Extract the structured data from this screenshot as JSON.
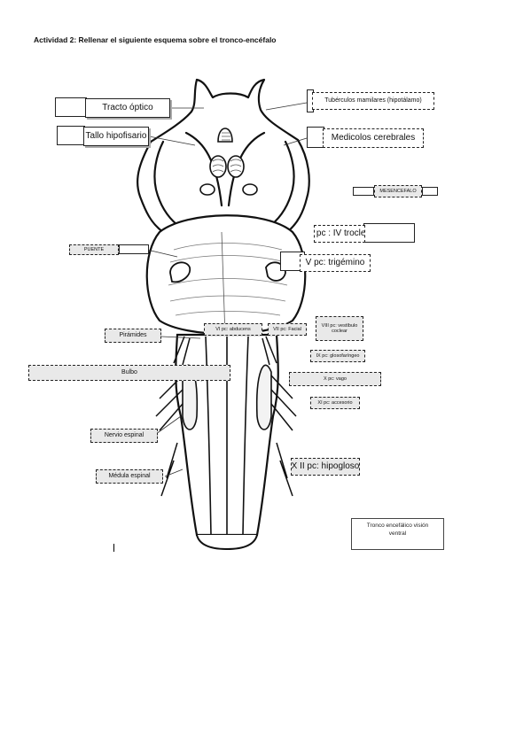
{
  "heading": "Actividad 2: Rellenar el siguiente esquema sobre el tronco-encéfalo",
  "labels": {
    "tracto_optico": "Tracto óptico",
    "tallo_hipofisario": "Tallo hipofisario",
    "tuberculos_mamilares": "Tubérculos mamilares (hipotálamo)",
    "medicolos_cerebrales": "Medicolos cerebrales",
    "mesencefalo": "MESENCEFALO",
    "troclear": "IV pc : IV troclear",
    "puente": "PUENTE",
    "trigemino": "V pc: trigémino",
    "piramides": "Pirámides",
    "abducens": "VI pc: abducens",
    "facial": "VII pc: Facial",
    "vestibulo_coclear_1": "VIII pc: vestíbulo",
    "vestibulo_coclear_2": "coclear",
    "bulbo": "Bulbo",
    "glosofaringeo": "IX pc: glosofaríngeo",
    "vago": "X pc: vago",
    "accesorio": "XI pc: accesorio",
    "nervio_espinal": "Nervio espinal",
    "hipogloso": "X II pc: hipogloso",
    "medula_espinal": "Médula espinal"
  },
  "caption": {
    "line1": "Tronco encefálico visión",
    "line2": "ventral"
  }
}
